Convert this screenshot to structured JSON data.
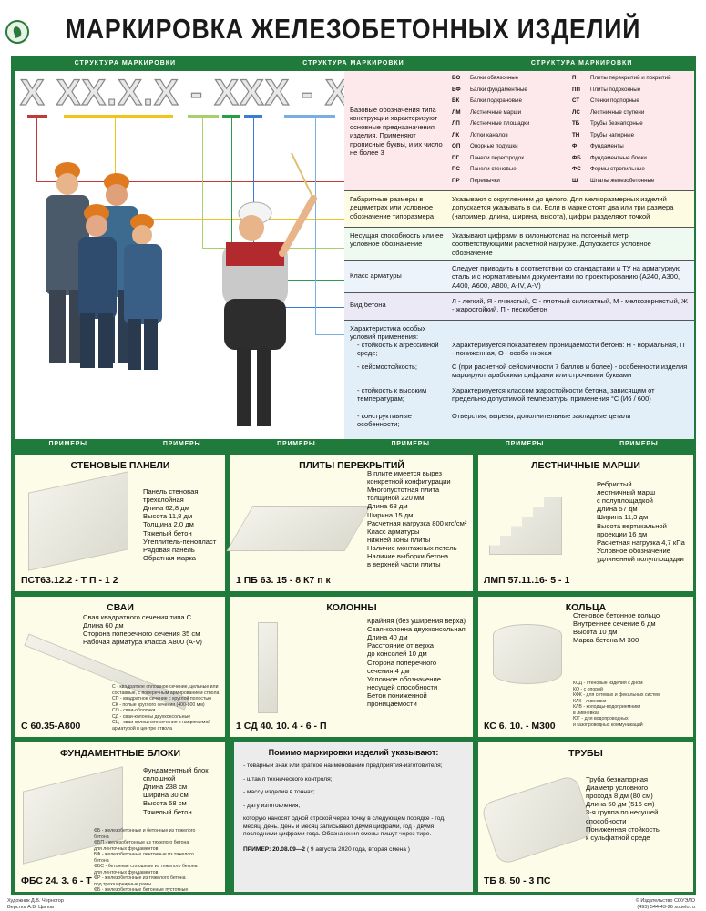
{
  "title": "МАРКИРОВКА ЖЕЛЕЗОБЕТОННЫХ ИЗДЕЛИЙ",
  "structure_label": "СТРУКТУРА МАРКИРОВКИ",
  "code": "X  XX.X.X - XXX - XX",
  "rows": {
    "r1": {
      "label": "Базовые обозначения типа конструкции характеризуют основные предназначения изделия. Применяют прописные буквы, и их число не более 3"
    },
    "r2": {
      "label": "Габаритные размеры в дециметрах или условное обозначение типоразмера",
      "text": "Указывают с округлением до целого. Для мелкоразмерных изделий допускается указывать в см. Если в марке стоят два или три размера (например, длина, ширина, высота), цифры разделяют точкой"
    },
    "r3": {
      "label": "Несущая способность или ее условное обозначение",
      "text": "Указывают цифрами в килоньютонах на погонный метр, соответствующими расчетной нагрузке. Допускается условное обозначение"
    },
    "r4": {
      "label": "Класс арматуры",
      "text": "Следует приводить в соответствии со стандартами и ТУ на арматурную сталь и с нормативными документами по проектированию (А240, А300, А400, А600, А800, A-IV, A-V)"
    },
    "r5": {
      "label": "Вид бетона",
      "text": "Л - легкий, Я - ячеистый, С - плотный силикатный, М - мелкозернистый, Ж - жаростойкий, П - пескобетон"
    },
    "r6": {
      "label": "Характеристика особых условий применения:",
      "items": [
        {
          "k": "- стойкость к агрессивной среде;",
          "v": "Характеризуется показателем проницаемости бетона: Н - нормальная, П - пониженная, О - особо низкая"
        },
        {
          "k": "- сейсмостойкость;",
          "v": "С (при расчетной сейсмичности 7 баллов и более) - особенности изделия маркируют арабскими цифрами или строчными буквами"
        },
        {
          "k": "- стойкость к высоким температурам;",
          "v": "Характеризуется классом жаростойкости бетона, зависящим от предельно допустимой температуры применения °С (И6 / 600)"
        },
        {
          "k": "- конструктивные особенности;",
          "v": "Отверстия, вырезы, дополнительные закладные детали"
        }
      ]
    }
  },
  "abbr_left": [
    [
      "БО",
      "Балки обвязочные"
    ],
    [
      "БФ",
      "Балки фундаментные"
    ],
    [
      "БК",
      "Балки подкрановые"
    ],
    [
      "ЛМ",
      "Лестничные марши"
    ],
    [
      "ЛП",
      "Лестничные площадки"
    ],
    [
      "ЛК",
      "Лотки каналов"
    ],
    [
      "ОП",
      "Опорные подушки"
    ],
    [
      "ПГ",
      "Панели перегородок"
    ],
    [
      "ПС",
      "Панели стеновые"
    ],
    [
      "ПР",
      "Перемычки"
    ]
  ],
  "abbr_right": [
    [
      "П",
      "Плиты перекрытий и покрытий"
    ],
    [
      "ПП",
      "Плиты подоконные"
    ],
    [
      "СТ",
      "Стенки подпорные"
    ],
    [
      "ЛС",
      "Лестничные ступени"
    ],
    [
      "ТБ",
      "Трубы безнапорные"
    ],
    [
      "ТН",
      "Трубы напорные"
    ],
    [
      "Ф",
      "Фундаменты"
    ],
    [
      "ФБ",
      "Фундаментные блоки"
    ],
    [
      "ФС",
      "Фермы стропильные"
    ],
    [
      "Ш",
      "Шпалы железобетонные"
    ]
  ],
  "examples_label": "ПРИМЕРЫ",
  "sections": [
    {
      "title": "СТЕНОВЫЕ ПАНЕЛИ",
      "mark": "ПСТ63.12.2 - Т П - 1 2",
      "features": [
        "Панель стеновая",
        "трехслойная",
        "Длина 62,8 дм",
        "Высота 11,8 дм",
        "Толщина  2.0 дм",
        "Тяжелый бетон",
        "Утеплитель-пенопласт",
        "Рядовая панель",
        "Обратная марка"
      ]
    },
    {
      "title": "ПЛИТЫ ПЕРЕКРЫТИЙ",
      "mark": "1   ПБ   63. 15 - 8 К7 п к",
      "features": [
        "В плите имеется вырез",
        "конкретной конфигурации",
        "Многопустотная плита",
        "толщиной 220 мм",
        "Длина 63 дм",
        "Ширина 15 дм",
        "Расчетная нагрузка 800 кгс/см²",
        "Класс арматуры",
        "нижней зоны плиты",
        "Наличие монтажных петель",
        "Наличие выборки бетона",
        "в верхней части плиты"
      ]
    },
    {
      "title": "ЛЕСТНИЧНЫЕ МАРШИ",
      "mark": "ЛМП 57.11.16- 5 - 1",
      "features": [
        "Ребристый",
        "лестничный марш",
        "с полуплощадкой",
        "Длина 57 дм",
        "Ширина 11,3 дм",
        "Высота вертикальной",
        "проекции 16 дм",
        "Расчетная нагрузка 4,7 кПа",
        "Условное обозначение",
        "удлиненной полуплощадки"
      ]
    },
    {
      "title": "СВАИ",
      "mark": "С 60.35-А800",
      "features": [
        "Свая квадратного сечения типа С",
        "Длина 60 дм",
        "Сторона поперечного сечения 35 см",
        "Рабочая арматура класса А800 (A-V)"
      ],
      "notes": [
        "С - квадратное сплошное сечение, цельные или",
        "составные, с поперечным армированием ствола",
        "СП - квадратное сечение с круглой полостью",
        "СК - полые круглого сечения (400-800 мм)",
        "СО - сваи-оболочки",
        "СД - сваи-колонны двухконсольные",
        "СЦ - сваи сплошного сечения с напрягаемой",
        "арматурой в центре ствола"
      ]
    },
    {
      "title": "КОЛОННЫ",
      "mark": "1 СД 40. 10. 4 - 6 - П",
      "features": [
        "Крайняя (без уширения верха)",
        "Свая-колонна двухконсольная",
        "Длина 40 дм",
        "Расстояние от верха",
        "до консолей 10 дм",
        "Сторона поперечного",
        "сечения 4 дм",
        "Условное обозначение",
        "несущей способности",
        "Бетон пониженной",
        "проницаемости"
      ]
    },
    {
      "title": "КОЛЬЦА",
      "mark": "КС 6. 10. - М300",
      "features": [
        "Стеновое бетонное кольцо",
        "Внутреннее сечение 6 дм",
        "Высота 10 дм",
        "Марка бетона М 300"
      ],
      "notes": [
        "КСД - стеновые изделия с дном",
        "КО - с опорой",
        "КФК - для сетевых и фекальных систем",
        "КЛК - ливневки",
        "КЛВ - колодцы-водоприемники",
        "в ливневках",
        "ЮГ - для водопроводных",
        "и газопроводных коммуникаций"
      ]
    },
    {
      "title": "ФУНДАМЕНТНЫЕ БЛОКИ",
      "mark": "ФБС 24. 3. 6 - Т",
      "features": [
        "Фундаментный блок",
        "сплошной",
        "Длина 238 см",
        "Ширина 30 см",
        "Высота 58 см",
        "Тяжелый бетон"
      ],
      "notes": [
        "ФБ - железобетонные и бетонные из тяжелого",
        "бетона",
        "ФБП - железобетонные из тяжелого бетона",
        "для ленточных фундаментов",
        "БФ - железобетонные ленточные из тяжелого",
        "бетона",
        "ФБС - бетонные сплошные из тяжелого бетона",
        "для ленточных фундаментов",
        "ФР - железобетонные из тяжелого бетона",
        "под трехшарнирные рамы",
        "ФБ - железобетонные бетонные пустотные"
      ]
    },
    {
      "title": "ТРУБЫ",
      "mark": "ТБ 8. 50 - 3 ПС",
      "features": [
        "Труба безнапорная",
        "Диаметр условного",
        "прохода 8 дм (80 см)",
        "Длина 50 дм (516 см)",
        "3-я группа по несущей",
        "способности",
        "Пониженная стойкость",
        "к сульфатной среде"
      ]
    }
  ],
  "info": {
    "title": "Помимо маркировки изделий указывают:",
    "items": [
      "- товарный знак или краткое наименование предприятия-изготовителя;",
      "- штамп технического контроля;",
      "- массу изделия в тоннах;",
      "- дату изготовления,"
    ],
    "text": "которую наносят одной строкой через точку в следующем порядке - год, месяц, день. День и месяц записывают двумя цифрами, год - двумя последними цифрами года. Обозначения смены пишут через тире.",
    "example_label": "ПРИМЕР:",
    "example": "20.08.09—2",
    "example_note": "( 9 августа 2020 года, вторая смена )"
  },
  "footer": {
    "left1": "Художник Д.В. Черногор",
    "left2": "Верстка А.В. Цыпов",
    "right1": "© Издательство СОУЭЛО",
    "right2": "(495) 544-43-26   souelo.ru"
  }
}
